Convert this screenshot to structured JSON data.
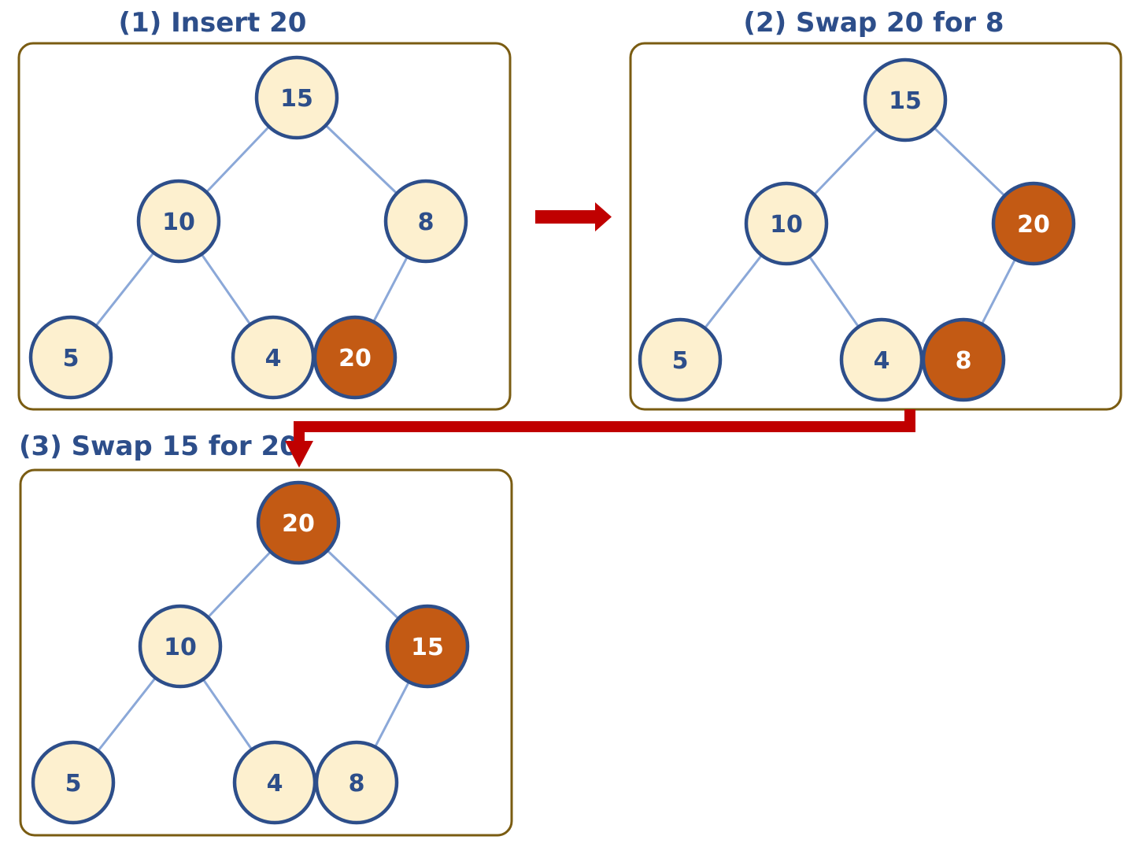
{
  "colors": {
    "panel_border": "#7a5c12",
    "title": "#2d4e8a",
    "edge": "#8ba8d8",
    "node_fill": "#fdf0cf",
    "node_stroke": "#2d4e8a",
    "node_text": "#2d4e8a",
    "highlight_fill": "#c35a14",
    "highlight_text": "#ffffff",
    "arrow": "#c00000"
  },
  "panels": [
    {
      "id": "panel-1",
      "title": "(1) Insert 20",
      "nodes": [
        {
          "id": "n15",
          "label": "15",
          "highlight": false
        },
        {
          "id": "n10",
          "label": "10",
          "highlight": false
        },
        {
          "id": "n8",
          "label": "8",
          "highlight": false
        },
        {
          "id": "n5",
          "label": "5",
          "highlight": false
        },
        {
          "id": "n4",
          "label": "4",
          "highlight": false
        },
        {
          "id": "n20",
          "label": "20",
          "highlight": true
        }
      ],
      "edges": [
        [
          "n15",
          "n10"
        ],
        [
          "n15",
          "n8"
        ],
        [
          "n10",
          "n5"
        ],
        [
          "n10",
          "n4"
        ],
        [
          "n8",
          "n20"
        ]
      ]
    },
    {
      "id": "panel-2",
      "title": "(2) Swap 20 for 8",
      "nodes": [
        {
          "id": "n15",
          "label": "15",
          "highlight": false
        },
        {
          "id": "n10",
          "label": "10",
          "highlight": false
        },
        {
          "id": "n20",
          "label": "20",
          "highlight": true
        },
        {
          "id": "n5",
          "label": "5",
          "highlight": false
        },
        {
          "id": "n4",
          "label": "4",
          "highlight": false
        },
        {
          "id": "n8",
          "label": "8",
          "highlight": true
        }
      ],
      "edges": [
        [
          "n15",
          "n10"
        ],
        [
          "n15",
          "n20"
        ],
        [
          "n10",
          "n5"
        ],
        [
          "n10",
          "n4"
        ],
        [
          "n20",
          "n8"
        ]
      ]
    },
    {
      "id": "panel-3",
      "title": "(3) Swap 15 for 20",
      "nodes": [
        {
          "id": "n20",
          "label": "20",
          "highlight": true
        },
        {
          "id": "n10",
          "label": "10",
          "highlight": false
        },
        {
          "id": "n15",
          "label": "15",
          "highlight": true
        },
        {
          "id": "n5",
          "label": "5",
          "highlight": false
        },
        {
          "id": "n4",
          "label": "4",
          "highlight": false
        },
        {
          "id": "n8",
          "label": "8",
          "highlight": false
        }
      ],
      "edges": [
        [
          "n20",
          "n10"
        ],
        [
          "n20",
          "n15"
        ],
        [
          "n10",
          "n5"
        ],
        [
          "n10",
          "n4"
        ],
        [
          "n15",
          "n8"
        ]
      ]
    }
  ],
  "arrows": [
    {
      "from": "panel-1",
      "to": "panel-2"
    },
    {
      "from": "panel-2",
      "to": "panel-3"
    }
  ]
}
